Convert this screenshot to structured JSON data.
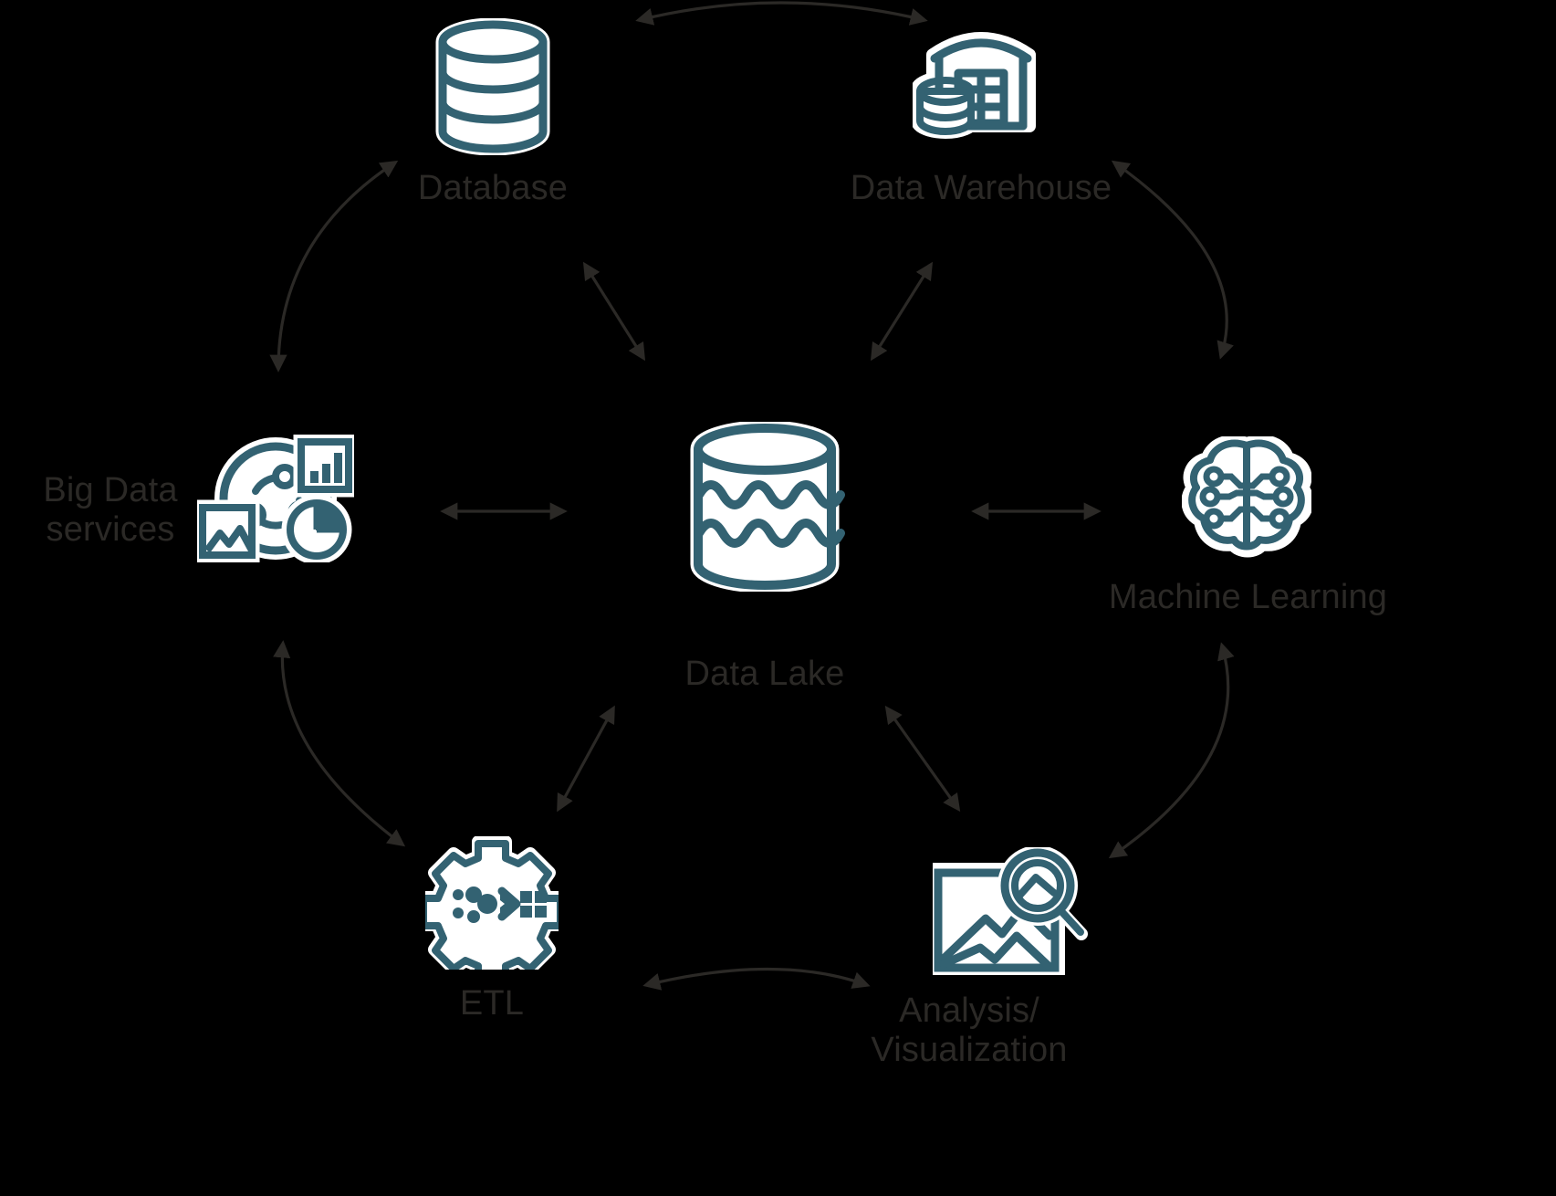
{
  "diagram": {
    "title": "Data Lake ecosystem diagram",
    "background_color": "#000000",
    "icon_color": "#336272",
    "icon_fill_color": "#ffffff",
    "label_color": "#2b2926",
    "arrow_color": "#2b2926"
  },
  "center": {
    "id": "data-lake",
    "label": "Data Lake",
    "icon": "database-waves-icon"
  },
  "nodes": [
    {
      "id": "database",
      "label": "Database",
      "icon": "database-cylinder-icon"
    },
    {
      "id": "data-warehouse",
      "label": "Data Warehouse",
      "icon": "warehouse-building-icon"
    },
    {
      "id": "machine-learning",
      "label": "Machine Learning",
      "icon": "brain-circuit-icon"
    },
    {
      "id": "analysis",
      "label": "Analysis/\nVisualization",
      "icon": "image-magnifier-chart-icon"
    },
    {
      "id": "etl",
      "label": "ETL",
      "icon": "gear-data-transform-icon"
    },
    {
      "id": "big-data",
      "label": "Big Data\nservices",
      "icon": "big-data-analytics-icon"
    }
  ],
  "connections": [
    {
      "from": "database",
      "to": "data-lake",
      "kind": "double-arrow-straight"
    },
    {
      "from": "data-warehouse",
      "to": "data-lake",
      "kind": "double-arrow-straight"
    },
    {
      "from": "big-data",
      "to": "data-lake",
      "kind": "double-arrow-straight"
    },
    {
      "from": "machine-learning",
      "to": "data-lake",
      "kind": "double-arrow-straight"
    },
    {
      "from": "etl",
      "to": "data-lake",
      "kind": "double-arrow-straight"
    },
    {
      "from": "analysis",
      "to": "data-lake",
      "kind": "double-arrow-straight"
    },
    {
      "from": "database",
      "to": "data-warehouse",
      "kind": "double-arrow-curved"
    },
    {
      "from": "data-warehouse",
      "to": "machine-learning",
      "kind": "double-arrow-curved"
    },
    {
      "from": "machine-learning",
      "to": "analysis",
      "kind": "double-arrow-curved"
    },
    {
      "from": "analysis",
      "to": "etl",
      "kind": "double-arrow-curved"
    },
    {
      "from": "etl",
      "to": "big-data",
      "kind": "double-arrow-curved"
    },
    {
      "from": "big-data",
      "to": "database",
      "kind": "double-arrow-curved"
    }
  ]
}
